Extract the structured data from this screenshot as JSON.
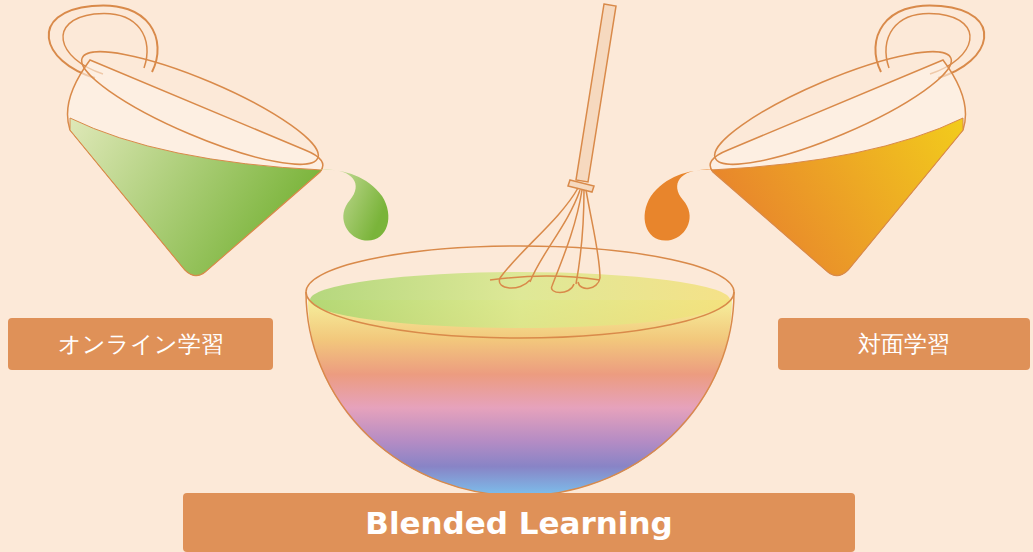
{
  "diagram": {
    "nodes": [
      {
        "text": [
          "オンライン学習"
        ]
      },
      {
        "text": [
          "対面学習"
        ]
      },
      {
        "text": [
          "Blended Learning"
        ]
      }
    ]
  }
}
